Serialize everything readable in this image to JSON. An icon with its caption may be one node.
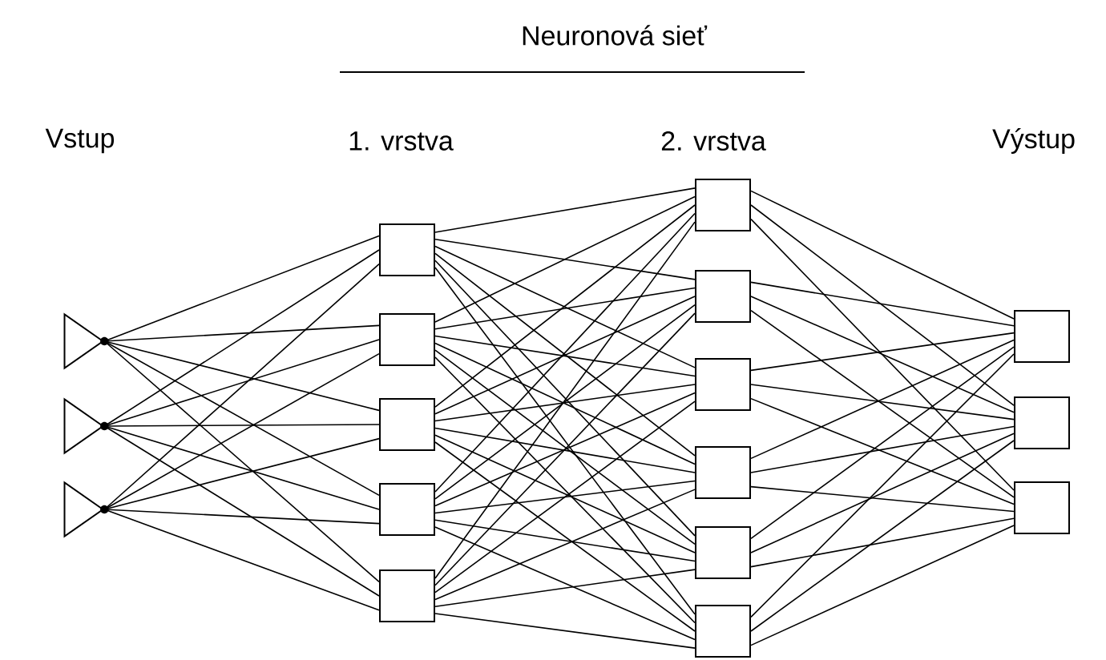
{
  "diagram": {
    "title": "Neuronová sieť",
    "nodes": [
      {
        "text": [],
        "shape": "triangle"
      },
      {
        "text": [],
        "shape": "triangle"
      },
      {
        "text": [],
        "shape": "triangle"
      },
      {
        "text": [],
        "shape": "box"
      },
      {
        "text": [],
        "shape": "box"
      },
      {
        "text": [],
        "shape": "box"
      },
      {
        "text": [],
        "shape": "box"
      },
      {
        "text": [],
        "shape": "box"
      },
      {
        "text": [],
        "shape": "box"
      },
      {
        "text": [],
        "shape": "box"
      },
      {
        "text": [],
        "shape": "box"
      },
      {
        "text": [],
        "shape": "box"
      },
      {
        "text": [],
        "shape": "box"
      },
      {
        "text": [],
        "shape": "box"
      },
      {
        "text": [],
        "shape": "box"
      },
      {
        "text": [],
        "shape": "box"
      },
      {
        "text": [],
        "shape": "box"
      }
    ],
    "edges": [
      {
        "from": 0,
        "to": 3,
        "arrow": "none"
      },
      {
        "from": 0,
        "to": 4,
        "arrow": "none"
      },
      {
        "from": 0,
        "to": 5,
        "arrow": "none"
      },
      {
        "from": 0,
        "to": 6,
        "arrow": "none"
      },
      {
        "from": 0,
        "to": 7,
        "arrow": "none"
      },
      {
        "from": 1,
        "to": 3,
        "arrow": "none"
      },
      {
        "from": 1,
        "to": 4,
        "arrow": "none"
      },
      {
        "from": 1,
        "to": 5,
        "arrow": "none"
      },
      {
        "from": 1,
        "to": 6,
        "arrow": "none"
      },
      {
        "from": 1,
        "to": 7,
        "arrow": "none"
      },
      {
        "from": 2,
        "to": 3,
        "arrow": "none"
      },
      {
        "from": 2,
        "to": 4,
        "arrow": "none"
      },
      {
        "from": 2,
        "to": 5,
        "arrow": "none"
      },
      {
        "from": 2,
        "to": 6,
        "arrow": "none"
      },
      {
        "from": 2,
        "to": 7,
        "arrow": "none"
      },
      {
        "from": 3,
        "to": 8,
        "arrow": "none"
      },
      {
        "from": 3,
        "to": 9,
        "arrow": "none"
      },
      {
        "from": 3,
        "to": 10,
        "arrow": "none"
      },
      {
        "from": 3,
        "to": 11,
        "arrow": "none"
      },
      {
        "from": 3,
        "to": 12,
        "arrow": "none"
      },
      {
        "from": 3,
        "to": 13,
        "arrow": "none"
      },
      {
        "from": 4,
        "to": 8,
        "arrow": "none"
      },
      {
        "from": 4,
        "to": 9,
        "arrow": "none"
      },
      {
        "from": 4,
        "to": 10,
        "arrow": "none"
      },
      {
        "from": 4,
        "to": 11,
        "arrow": "none"
      },
      {
        "from": 4,
        "to": 12,
        "arrow": "none"
      },
      {
        "from": 4,
        "to": 13,
        "arrow": "none"
      },
      {
        "from": 5,
        "to": 8,
        "arrow": "none"
      },
      {
        "from": 5,
        "to": 9,
        "arrow": "none"
      },
      {
        "from": 5,
        "to": 10,
        "arrow": "none"
      },
      {
        "from": 5,
        "to": 11,
        "arrow": "none"
      },
      {
        "from": 5,
        "to": 12,
        "arrow": "none"
      },
      {
        "from": 5,
        "to": 13,
        "arrow": "none"
      },
      {
        "from": 6,
        "to": 8,
        "arrow": "none"
      },
      {
        "from": 6,
        "to": 9,
        "arrow": "none"
      },
      {
        "from": 6,
        "to": 10,
        "arrow": "none"
      },
      {
        "from": 6,
        "to": 11,
        "arrow": "none"
      },
      {
        "from": 6,
        "to": 12,
        "arrow": "none"
      },
      {
        "from": 6,
        "to": 13,
        "arrow": "none"
      },
      {
        "from": 7,
        "to": 8,
        "arrow": "none"
      },
      {
        "from": 7,
        "to": 9,
        "arrow": "none"
      },
      {
        "from": 7,
        "to": 10,
        "arrow": "none"
      },
      {
        "from": 7,
        "to": 11,
        "arrow": "none"
      },
      {
        "from": 7,
        "to": 12,
        "arrow": "none"
      },
      {
        "from": 7,
        "to": 13,
        "arrow": "none"
      },
      {
        "from": 8,
        "to": 14,
        "arrow": "none"
      },
      {
        "from": 8,
        "to": 15,
        "arrow": "none"
      },
      {
        "from": 8,
        "to": 16,
        "arrow": "none"
      },
      {
        "from": 9,
        "to": 14,
        "arrow": "none"
      },
      {
        "from": 9,
        "to": 15,
        "arrow": "none"
      },
      {
        "from": 9,
        "to": 16,
        "arrow": "none"
      },
      {
        "from": 10,
        "to": 14,
        "arrow": "none"
      },
      {
        "from": 10,
        "to": 15,
        "arrow": "none"
      },
      {
        "from": 10,
        "to": 16,
        "arrow": "none"
      },
      {
        "from": 11,
        "to": 14,
        "arrow": "none"
      },
      {
        "from": 11,
        "to": 15,
        "arrow": "none"
      },
      {
        "from": 11,
        "to": 16,
        "arrow": "none"
      },
      {
        "from": 12,
        "to": 14,
        "arrow": "none"
      },
      {
        "from": 12,
        "to": 15,
        "arrow": "none"
      },
      {
        "from": 12,
        "to": 16,
        "arrow": "none"
      },
      {
        "from": 13,
        "to": 14,
        "arrow": "none"
      },
      {
        "from": 13,
        "to": 15,
        "arrow": "none"
      },
      {
        "from": 13,
        "to": 16,
        "arrow": "none"
      }
    ],
    "labels": [
      "Vstup",
      "1. vrstva",
      "2. vrstva",
      "Výstup"
    ]
  }
}
